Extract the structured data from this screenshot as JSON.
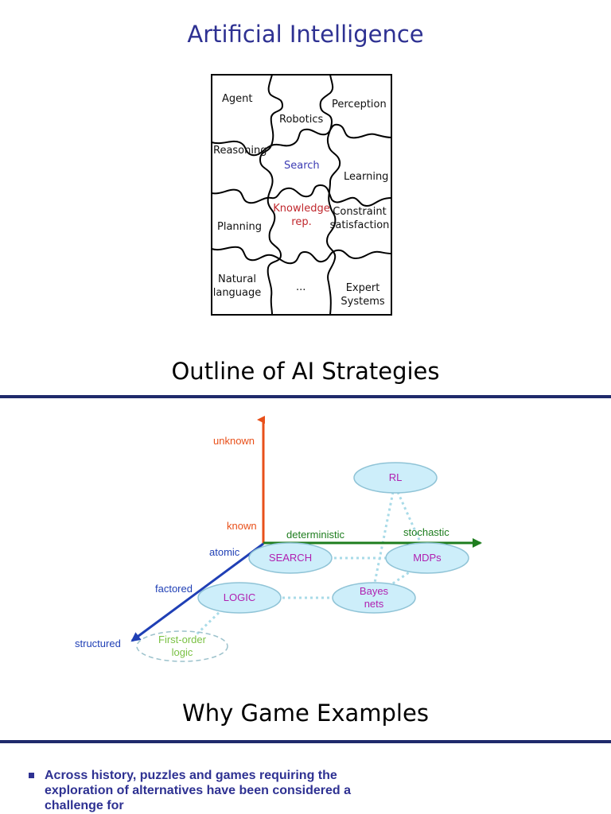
{
  "slide1": {
    "title": "Artificial Intelligence",
    "pieces": {
      "agent": "Agent",
      "robotics": "Robotics",
      "perception": "Perception",
      "reasoning": "Reasoning",
      "search": "Search",
      "learning": "Learning",
      "knowledge_1": "Knowledge",
      "knowledge_2": "rep.",
      "constraint_1": "Constraint",
      "constraint_2": "satisfaction",
      "planning": "Planning",
      "natural_1": "Natural",
      "natural_2": "language",
      "ellipsis": "...",
      "expert_1": "Expert",
      "expert_2": "Systems"
    },
    "colors": {
      "search": "#3b3bb3",
      "knowledge": "#c0272d"
    }
  },
  "slide2": {
    "title": "Outline of AI Strategies",
    "axes": {
      "unknown": "unknown",
      "known": "known",
      "deterministic": "deterministic",
      "stochastic": "stochastic",
      "atomic": "atomic",
      "factored": "factored",
      "structured": "structured"
    },
    "nodes": {
      "rl": "RL",
      "search": "SEARCH",
      "mdps": "MDPs",
      "logic": "LOGIC",
      "bayes_1": "Bayes",
      "bayes_2": "nets",
      "fol_1": "First-order",
      "fol_2": "logic"
    },
    "colors": {
      "vertical_axis": "#e8501a",
      "horizontal_axis": "#1e7d1e",
      "diagonal_axis": "#1f3fb5",
      "node_fill": "#cdeefa",
      "node_text": "#b020b0",
      "fol_text": "#7ac143"
    }
  },
  "slide3": {
    "title": "Why Game Examples",
    "bullet_text": "Across history, puzzles and games requiring the exploration of alternatives have been considered a challenge for"
  }
}
